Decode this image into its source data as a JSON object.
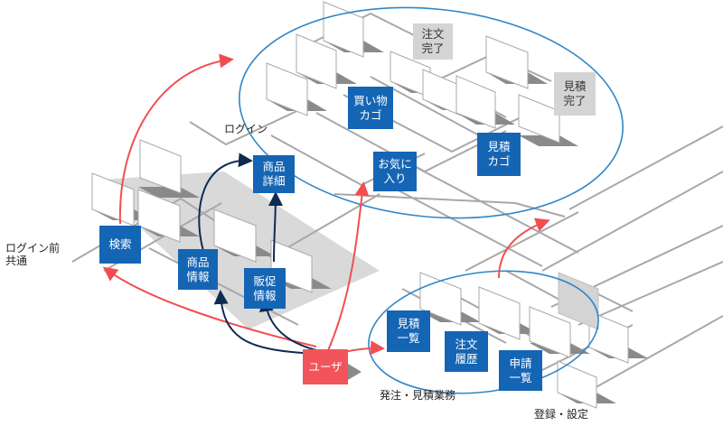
{
  "colors": {
    "accent_blue": "#1565b5",
    "flow_red": "#f24e52",
    "flow_navy": "#0d2b52",
    "ellipse_blue": "#2f86c8",
    "floor_gray": "#d9d9d9",
    "gray_box": "#d4d4d4"
  },
  "zones": {
    "pre_login": "ログイン前\n共通",
    "login": "ログイン",
    "order_quote": "発注・見積業務",
    "registration": "登録・設定"
  },
  "nodes": {
    "search": "検索",
    "product_info": "商品\n情報",
    "promo_info": "販促\n情報",
    "product_detail": "商品\n詳細",
    "cart": "買い物\nカゴ",
    "favorites": "お気に\n入り",
    "quote_cart": "見積\nカゴ",
    "order_complete": "注文\n完了",
    "quote_complete": "見積\n完了",
    "quote_list": "見積\n一覧",
    "order_history": "注文\n履歴",
    "application_list": "申請\n一覧",
    "user": "ユーザ"
  }
}
